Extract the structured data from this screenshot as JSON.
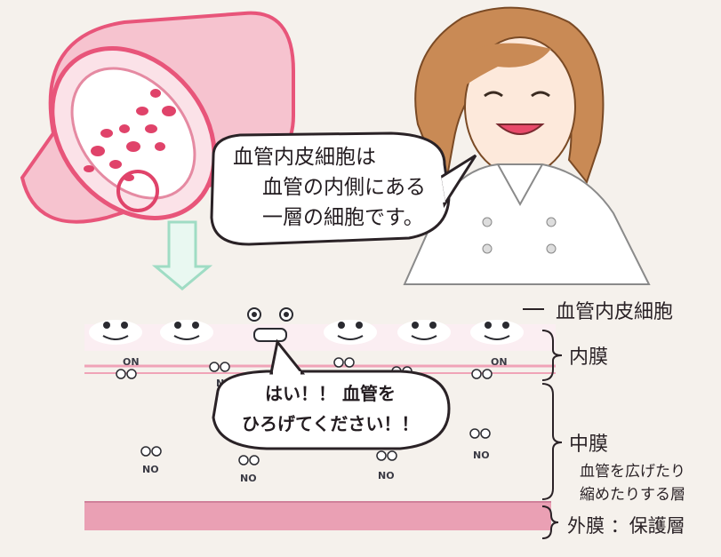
{
  "top_bubble": {
    "line1": "血管内皮細胞は",
    "line2": "血管の内側にある",
    "line3": "一層の細胞です。"
  },
  "cell_speech": {
    "line1": "はい！！ 血管を",
    "line2": "ひろげてください！！"
  },
  "layers": {
    "endothelium": "血管内皮細胞",
    "intima": "内膜",
    "media": "中膜",
    "media_desc_1": "血管を広げたり",
    "media_desc_2": "縮めたりする層",
    "adventitia": "外膜 ：保護層"
  },
  "tags": {
    "on": "ON",
    "no": "NO"
  },
  "colors": {
    "vessel_pink": "#e8557a",
    "vessel_light": "#f6c3cf",
    "blood_cell": "#e0436a",
    "adventitia_band": "#eaa0b4",
    "hair": "#c98a55",
    "arrow_green": "#9fdcc4"
  }
}
